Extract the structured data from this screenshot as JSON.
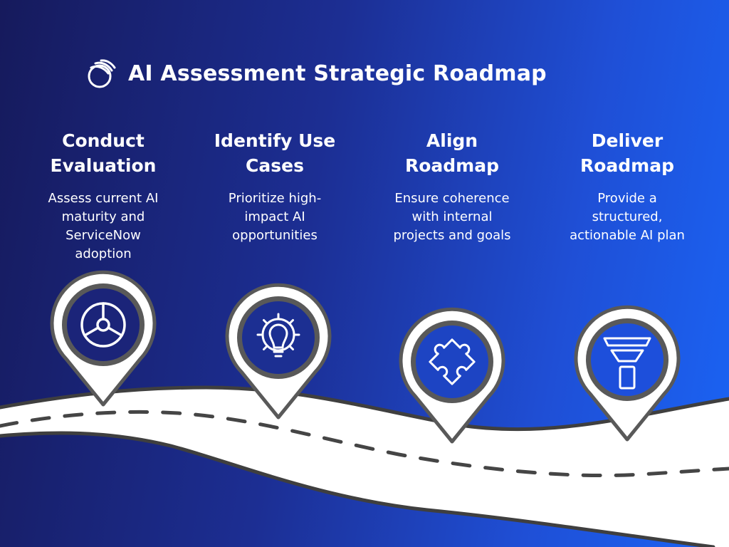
{
  "title": "AI Assessment Strategic Roadmap",
  "logo_icon": "sprout-leaf-icon",
  "colors": {
    "background_dark": "#161a5c",
    "background_light": "#1a64f5",
    "road": "#ffffff",
    "road_edge": "#3f3f3f",
    "pin_ring": "#595959"
  },
  "steps": [
    {
      "title_line1": "Conduct",
      "title_line2": "Evaluation",
      "desc_line1": "Assess current AI",
      "desc_line2": "maturity and",
      "desc_line3": "ServiceNow",
      "desc_line4": "adoption",
      "icon": "pie-chart-icon"
    },
    {
      "title_line1": "Identify Use",
      "title_line2": "Cases",
      "desc_line1": "Prioritize high-",
      "desc_line2": "impact AI",
      "desc_line3": "opportunities",
      "icon": "gear-lightbulb-icon"
    },
    {
      "title_line1": "Align",
      "title_line2": "Roadmap",
      "desc_line1": "Ensure coherence",
      "desc_line2": "with internal",
      "desc_line3": "projects and goals",
      "icon": "puzzle-piece-icon"
    },
    {
      "title_line1": "Deliver",
      "title_line2": "Roadmap",
      "desc_line1": "Provide a",
      "desc_line2": "structured,",
      "desc_line3": "actionable AI plan",
      "icon": "funnel-icon"
    }
  ]
}
